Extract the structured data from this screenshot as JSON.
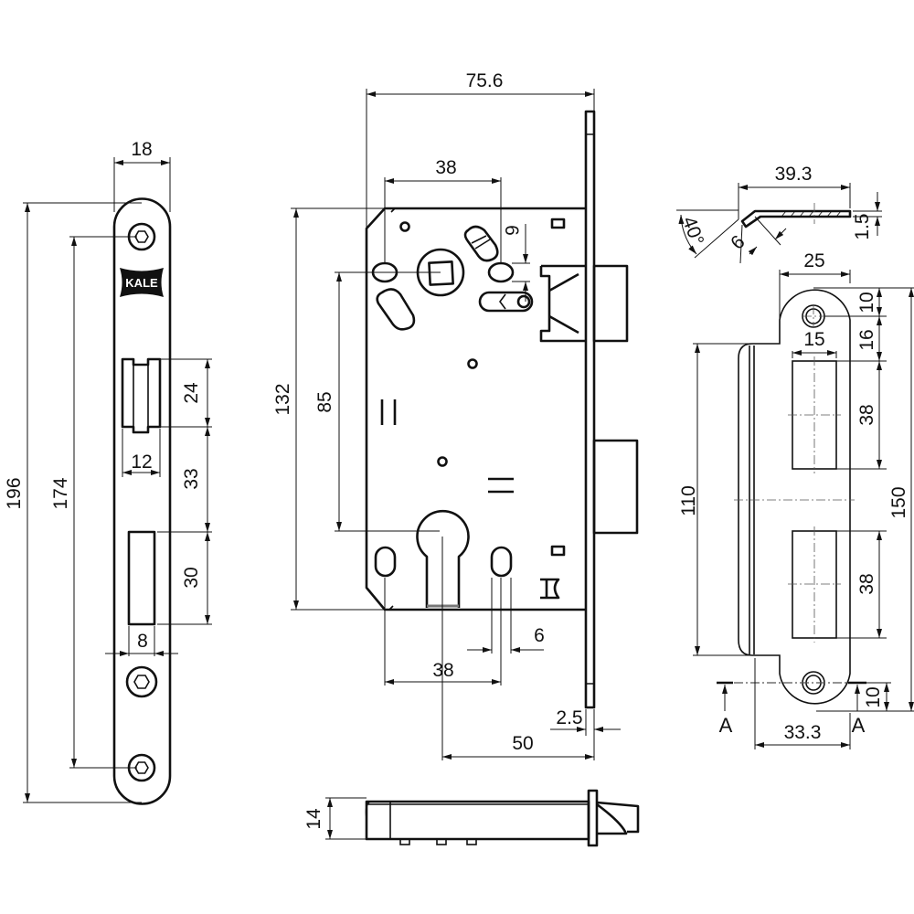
{
  "drawing": {
    "title": "Mortise lock technical drawing",
    "brand": "KALE",
    "color": "#111111"
  },
  "faceplate": {
    "dims": {
      "width": "18",
      "total_height": "196",
      "screw_centers": "174",
      "latch_height": "24",
      "latch_width": "12",
      "latch_to_bolt": "33",
      "bolt_height": "30",
      "bolt_width": "8"
    }
  },
  "lock_body": {
    "dims": {
      "overall_width": "75.6",
      "spindle_to_hole": "38",
      "small_gap": "6",
      "body_height": "132",
      "centre_distance": "85",
      "bottom_holes": "38",
      "slot_width": "6",
      "faceplate_thickness": "2.5",
      "backset": "50"
    }
  },
  "side_view": {
    "dims": {
      "depth": "14"
    }
  },
  "strike_plate": {
    "section": {
      "length": "39.3",
      "angle": "40°",
      "lip": "6",
      "thickness": "1.5"
    },
    "dims": {
      "top_width": "25",
      "inner_width": "15",
      "top_to_hole": "10",
      "hole_to_slot": "16",
      "slot_upper": "38",
      "slot_lower": "38",
      "total_height": "150",
      "lip_length": "110",
      "bottom_to_hole": "10",
      "width": "33.3",
      "section_marker_left": "A",
      "section_marker_right": "A"
    }
  }
}
